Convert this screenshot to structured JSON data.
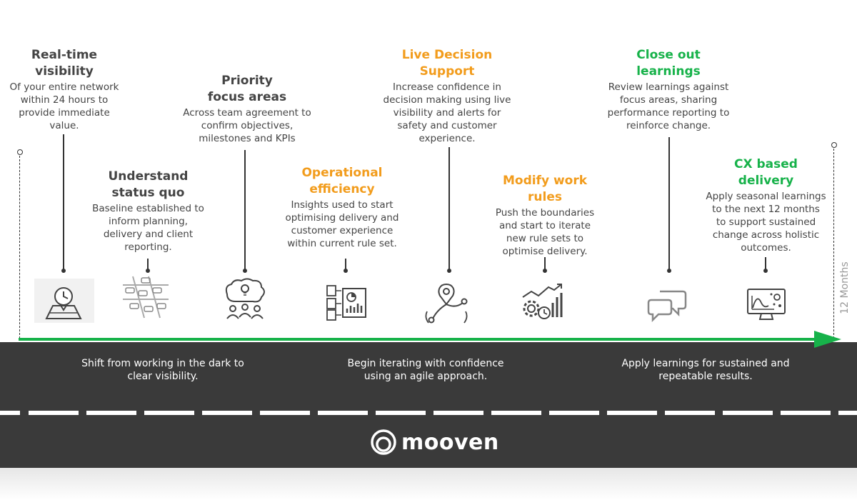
{
  "milestones": [
    {
      "title_line1": "Real-time",
      "title_line2": "visibility",
      "desc": [
        "Of your entire network",
        "within 24 hours to",
        "provide immediate",
        "value."
      ],
      "icon": "map-clock-icon",
      "color": "#444444"
    },
    {
      "title_line1": "Understand",
      "title_line2": "status quo",
      "desc": [
        "Baseline established to",
        "inform planning,",
        "delivery and client",
        "reporting."
      ],
      "icon": "traffic-road-icon",
      "color": "#444444"
    },
    {
      "title_line1": "Priority",
      "title_line2": "focus areas",
      "desc": [
        "Across team agreement to",
        "confirm objectives,",
        "milestones and KPIs"
      ],
      "icon": "team-idea-icon",
      "color": "#444444"
    },
    {
      "title_line1": "Operational",
      "title_line2": "efficiency",
      "desc": [
        "Insights used to start",
        "optimising delivery and",
        "customer experience",
        "within current rule set."
      ],
      "icon": "documents-chart-icon",
      "color": "#f29c1c"
    },
    {
      "title_line1": "Live Decision",
      "title_line2": "Support",
      "desc": [
        "Increase confidence in",
        "decision making using live",
        "visibility and alerts for",
        "safety and customer",
        "experience."
      ],
      "icon": "route-pin-icon",
      "color": "#f29c1c"
    },
    {
      "title_line1": "Modify work",
      "title_line2": "rules",
      "desc": [
        "Push the boundaries",
        "and start to iterate",
        "new rule sets to",
        "optimise delivery."
      ],
      "icon": "gears-growth-icon",
      "color": "#f29c1c"
    },
    {
      "title_line1": "Close out",
      "title_line2": "learnings",
      "desc": [
        "Review learnings against",
        "focus areas, sharing",
        "performance reporting to",
        "reinforce change."
      ],
      "icon": "chat-bubbles-icon",
      "color": "#17b24a"
    },
    {
      "title_line1": "CX based",
      "title_line2": "delivery",
      "desc": [
        "Apply seasonal learnings",
        "to the next 12 months",
        "to support sustained",
        "change across holistic",
        "outcomes."
      ],
      "icon": "monitor-analytics-icon",
      "color": "#17b24a"
    }
  ],
  "timeline_end_label": "12 Months",
  "road": {
    "phase1": [
      "Shift from working in the dark to",
      "clear visibility."
    ],
    "phase2": [
      "Begin iterating with confidence",
      "using an agile approach."
    ],
    "phase3": [
      "Apply learnings for sustained and",
      "repeatable results."
    ]
  },
  "logo_text": "mooven",
  "colors": {
    "road": "#3a3a3a",
    "arrow": "#17b24a",
    "orange": "#f29c1c",
    "green": "#17b24a"
  }
}
